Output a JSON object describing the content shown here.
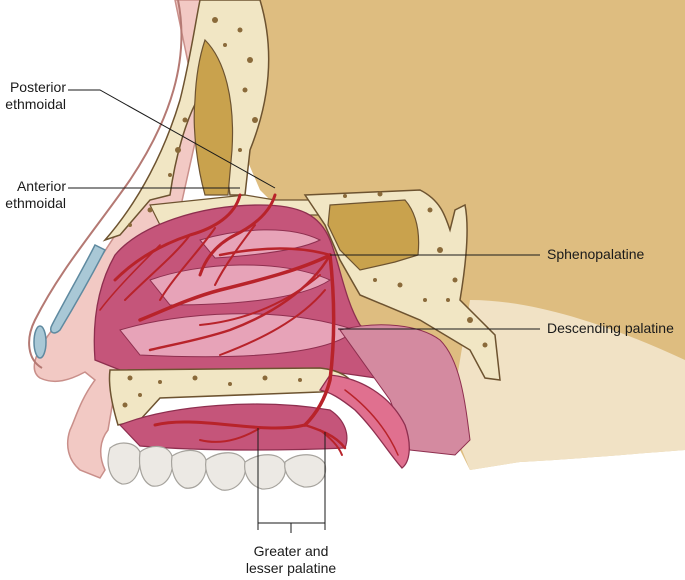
{
  "labels": {
    "posterior_ethmoidal": [
      "Posterior",
      "ethmoidal"
    ],
    "anterior_ethmoidal": [
      "Anterior",
      "ethmoidal"
    ],
    "sphenopalatine": "Sphenopalatine",
    "descending_palatine": "Descending palatine",
    "greater_lesser_palatine": [
      "Greater and",
      "lesser palatine"
    ]
  },
  "colors": {
    "skin": "#f2c9c4",
    "skin_edge": "#c98f8a",
    "bone": "#f1e6c4",
    "bone_pore": "#8a6a3a",
    "tan_background": "#d8b26a",
    "mucosa": "#c5557a",
    "mucosa_light": "#e7a3b8",
    "artery": "#b8232a",
    "cartilage": "#a9c8d6",
    "teeth": "#ece9e4"
  },
  "icons": {
    "diagram": "nasal-cavity-arterial-supply"
  }
}
